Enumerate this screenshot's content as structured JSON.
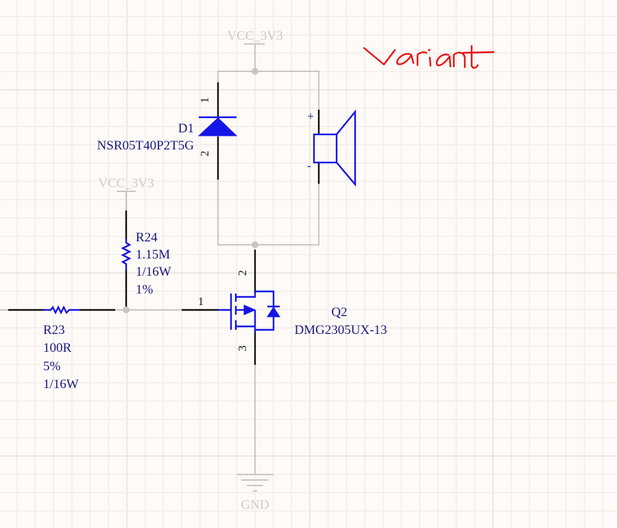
{
  "annotation": {
    "text": "Variant",
    "color": "#e81010"
  },
  "colors": {
    "background": "#fdfaf7",
    "component_label": "#1a1a80",
    "symbol": "#1414e6",
    "pin_wire": "#111111",
    "net_wire": "#cac5c1",
    "power_label": "#cfcac6"
  },
  "power": {
    "vcc_top": {
      "label": "VCC_3V3"
    },
    "vcc_r24": {
      "label": "VCC_3V3"
    },
    "gnd": {
      "label": "GND"
    }
  },
  "components": {
    "d1": {
      "designator": "D1",
      "part": "NSR05T40P2T5G",
      "pin1": "1",
      "pin2": "2"
    },
    "speaker": {
      "plus": "+",
      "minus": "-"
    },
    "r24": {
      "designator": "R24",
      "value": "1.15M",
      "power": "1/16W",
      "tolerance": "1%"
    },
    "r23": {
      "designator": "R23",
      "value": "100R",
      "tolerance": "5%",
      "power": "1/16W"
    },
    "q2": {
      "designator": "Q2",
      "part": "DMG2305UX-13",
      "pin1": "1",
      "pin2": "2",
      "pin3": "3"
    }
  }
}
